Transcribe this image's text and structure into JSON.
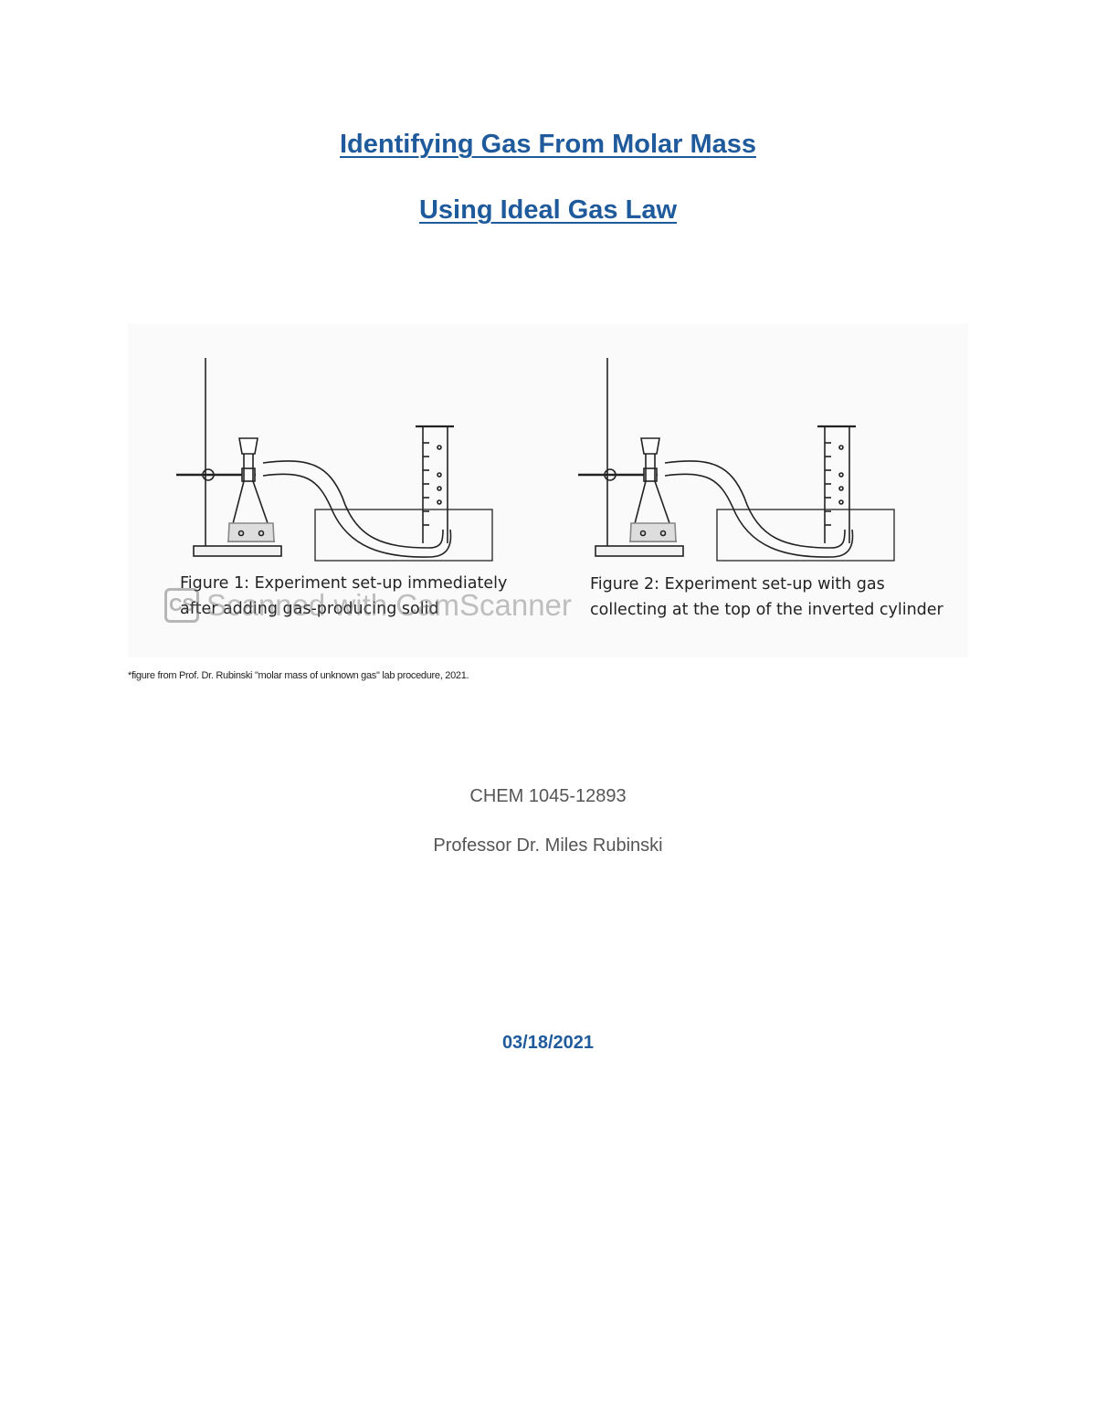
{
  "title": {
    "line1": "Identifying Gas From Molar Mass",
    "line2": "Using Ideal Gas Law"
  },
  "figures": [
    {
      "caption_line1": "Figure 1: Experiment set-up immediately",
      "caption_line2": "after adding gas-producing solid"
    },
    {
      "caption_line1": "Figure 2: Experiment set-up with gas",
      "caption_line2": "collecting at the top of the inverted cylinder"
    }
  ],
  "watermark": {
    "logo": "CS",
    "text": "Scanned with CamScanner"
  },
  "footnote": "*figure from Prof. Dr. Rubinski \"molar mass of unknown gas\" lab procedure, 2021.",
  "course": "CHEM 1045-12893",
  "professor": "Professor Dr. Miles Rubinski",
  "date": "03/18/2021",
  "colors": {
    "heading": "#1f5b9c",
    "body_text": "#555555"
  }
}
